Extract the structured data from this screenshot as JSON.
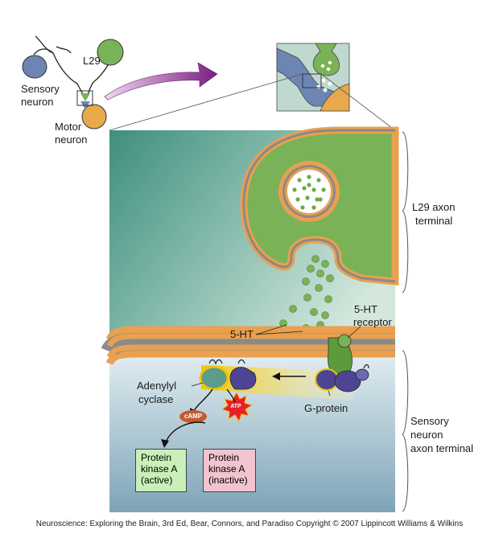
{
  "labels": {
    "l29": "L29",
    "sensory_neuron": [
      "Sensory",
      "neuron"
    ],
    "motor_neuron": [
      "Motor",
      "neuron"
    ],
    "l29_axon_terminal": [
      "L29 axon",
      "terminal"
    ],
    "five_ht": "5-HT",
    "five_ht_receptor": [
      "5-HT",
      "receptor"
    ],
    "adenylyl_cyclase": [
      "Adenylyl",
      "cyclase"
    ],
    "g_protein": "G-protein",
    "camp": "cAMP",
    "atp": "ATP",
    "sensory_axon_terminal": [
      "Sensory",
      "neuron",
      "axon terminal"
    ]
  },
  "boxes": {
    "pka_active": [
      "Protein",
      "kinase A",
      "(active)"
    ],
    "pka_inactive": [
      "Protein",
      "kinase A",
      "(inactive)"
    ]
  },
  "caption": "Neuroscience: Exploring the Brain, 3rd Ed, Bear, Connors, and Paradiso Copyright © 2007 Lippincott Williams & Wilkins",
  "colors": {
    "l29_terminal": "#7ab257",
    "sensory_neuron": "#6d85b5",
    "motor_neuron": "#e8a94a",
    "membrane": "#e9a04f",
    "arrow": "#8a2a8a",
    "pka_active_bg": "#c9f0b8",
    "pka_inactive_bg": "#f1c4cf"
  }
}
